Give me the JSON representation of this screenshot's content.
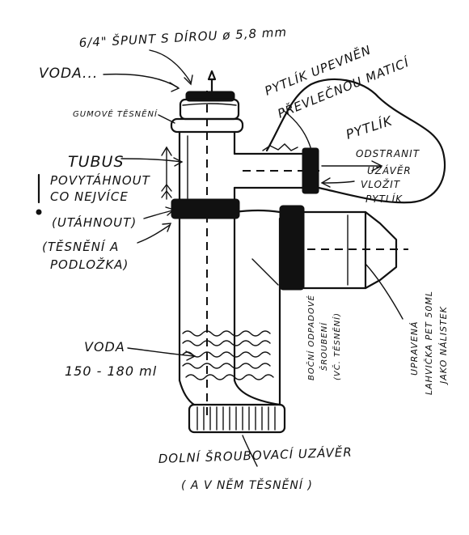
{
  "colors": {
    "ink": "#111111",
    "paper": "#ffffff"
  },
  "labels": {
    "plug": "6/4\" ŠPUNT S DÍROU ø 5,8 mm",
    "water_top": "VODA...",
    "bag_fastened_l1": "PYTLÍK UPEVNĚN",
    "bag_fastened_l2": "PŘEVLEČNOU MATICÍ",
    "bag": "PYTLÍK",
    "rubber_seal": "GUMOVÉ TĚSNĚNÍ",
    "tube": "TUBUS",
    "pull_out_l1": "POVYTÁHNOUT",
    "pull_out_l2": "CO NEJVÍCE",
    "tighten": "(UTÁHNOUT)",
    "seal_washer_l1": "(TĚSNĚNÍ A",
    "seal_washer_l2": "PODLOŽKA)",
    "remove_cap_l1": "ODSTRANIT",
    "remove_cap_l2": "UZÁVĚR",
    "insert_bag_l1": "VLOŽIT",
    "insert_bag_l2": "PYTLÍK",
    "water_bottom_l1": "VODA",
    "water_bottom_l2": "150 - 180 ml",
    "side_drain_l1": "BOČNÍ ODPADOVÉ",
    "side_drain_l2": "ŠROUBENÍ",
    "side_drain_l3": "(VČ. TĚSNĚNÍ)",
    "bottle_l1": "UPRAVENÁ",
    "bottle_l2": "LAHVIČKA PET 50ML",
    "bottle_l3": "JAKO NÁLISTEK",
    "bottom_cap_l1": "DOLNÍ ŠROUBOVACÍ UZÁVĚR",
    "bottom_cap_l2": "( A V NĚM TĚSNĚNÍ )"
  },
  "icons": [
    "arrow-icon",
    "exclamation-icon"
  ]
}
